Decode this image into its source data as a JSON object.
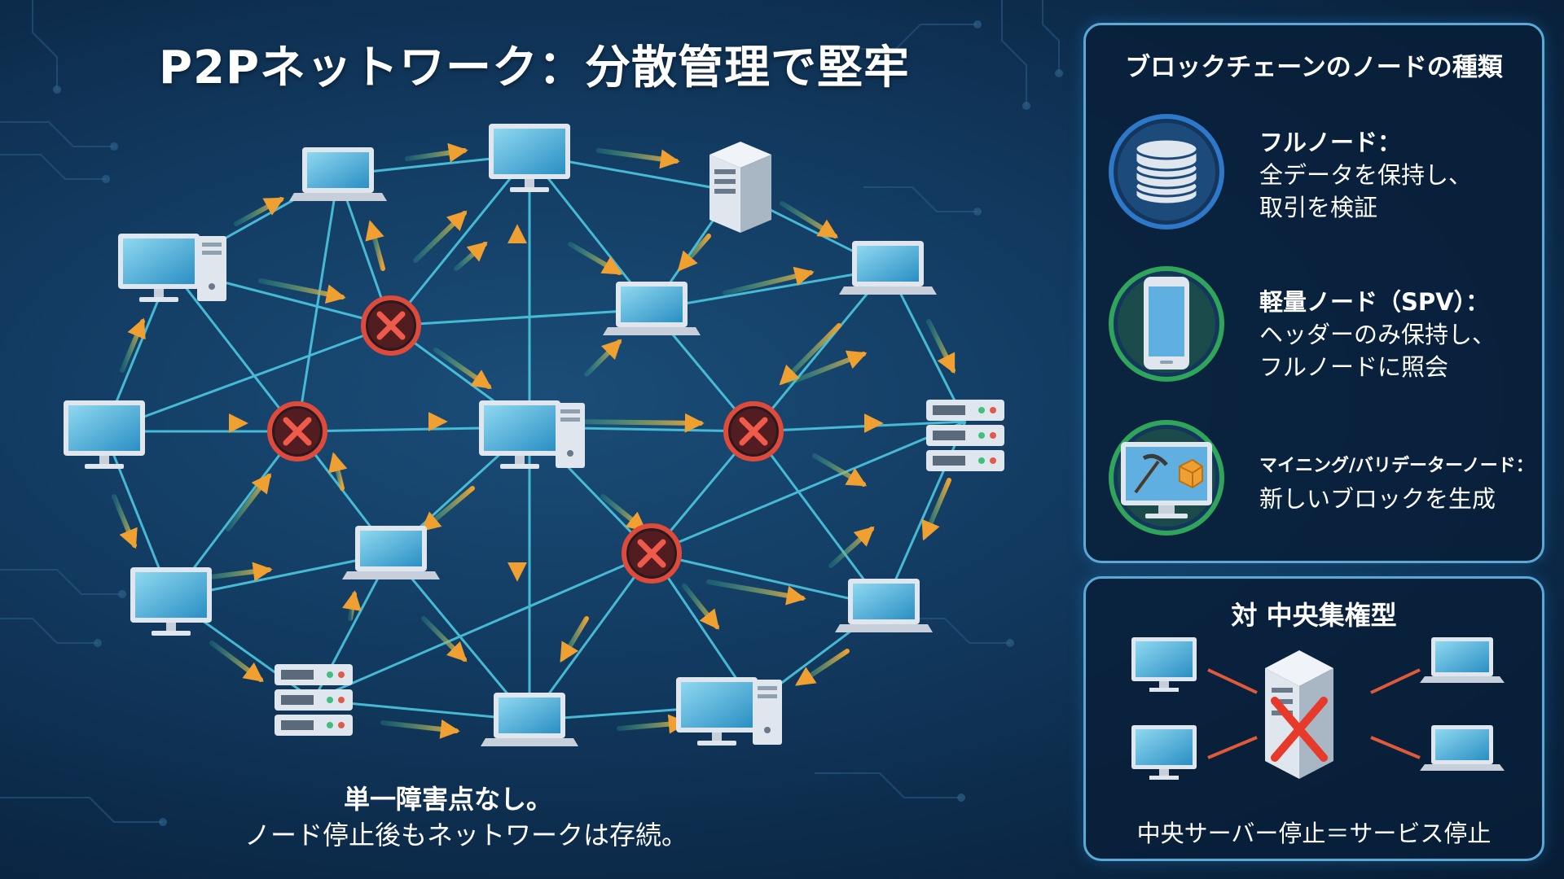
{
  "title": "P2Pネットワーク：分散管理で堅牢",
  "caption": {
    "line1": "単一障害点なし。",
    "line2": "ノード停止後もネットワークは存続。"
  },
  "node_types_panel": {
    "title": "ブロックチェーンのノードの種類",
    "items": [
      {
        "icon": "database-icon",
        "name": "フルノード：",
        "desc1": "全データを保持し、",
        "desc2": "取引を検証",
        "ring_color": "#2d78c8"
      },
      {
        "icon": "smartphone-icon",
        "name": "軽量ノード（SPV）：",
        "desc1": "ヘッダーのみ保持し、",
        "desc2": "フルノードに照会",
        "ring_color": "#2fa55a"
      },
      {
        "icon": "mining-monitor-icon",
        "name": "マイニング/バリデーターノード：",
        "desc1": "新しいブロックを生成",
        "desc2": "",
        "ring_color": "#2fa55a"
      }
    ]
  },
  "centralized_panel": {
    "title": "対 中央集権型",
    "caption": "中央サーバー停止＝サービス停止"
  },
  "colors": {
    "link": "#4fd0e8",
    "arrow": "#f0a030",
    "failure": "#e04a3a",
    "panel_border": "#5aa9d6"
  }
}
